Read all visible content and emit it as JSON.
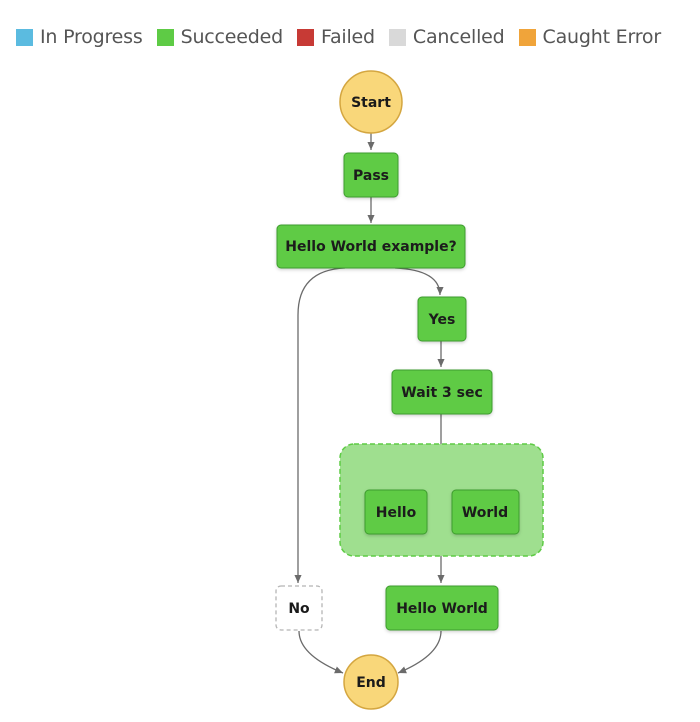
{
  "legend": [
    {
      "label": "In Progress",
      "color": "#5bbbe0"
    },
    {
      "label": "Succeeded",
      "color": "#5ecb45"
    },
    {
      "label": "Failed",
      "color": "#c73a35"
    },
    {
      "label": "Cancelled",
      "color": "#d9d9d9"
    },
    {
      "label": "Caught Error",
      "color": "#f0a43a"
    }
  ],
  "nodes": {
    "start": {
      "label": "Start",
      "status": "terminal"
    },
    "pass": {
      "label": "Pass",
      "status": "Succeeded"
    },
    "choice": {
      "label": "Hello World example?",
      "status": "Succeeded"
    },
    "yes": {
      "label": "Yes",
      "status": "Succeeded"
    },
    "wait": {
      "label": "Wait 3 sec",
      "status": "Succeeded"
    },
    "parallel": {
      "status": "Succeeded"
    },
    "hello": {
      "label": "Hello",
      "status": "Succeeded"
    },
    "world": {
      "label": "World",
      "status": "Succeeded"
    },
    "helloworld": {
      "label": "Hello World",
      "status": "Succeeded"
    },
    "no": {
      "label": "No",
      "status": "Cancelled"
    },
    "end": {
      "label": "End",
      "status": "terminal"
    }
  },
  "colors": {
    "succeeded_fill": "#5ecb45",
    "succeeded_stroke": "#3e9c2e",
    "parallel_fill": "#9fdf8f",
    "parallel_stroke": "#5ecb45",
    "terminal_fill": "#f9d77a",
    "terminal_stroke": "#d4a640",
    "edge": "#6b6b6b"
  }
}
